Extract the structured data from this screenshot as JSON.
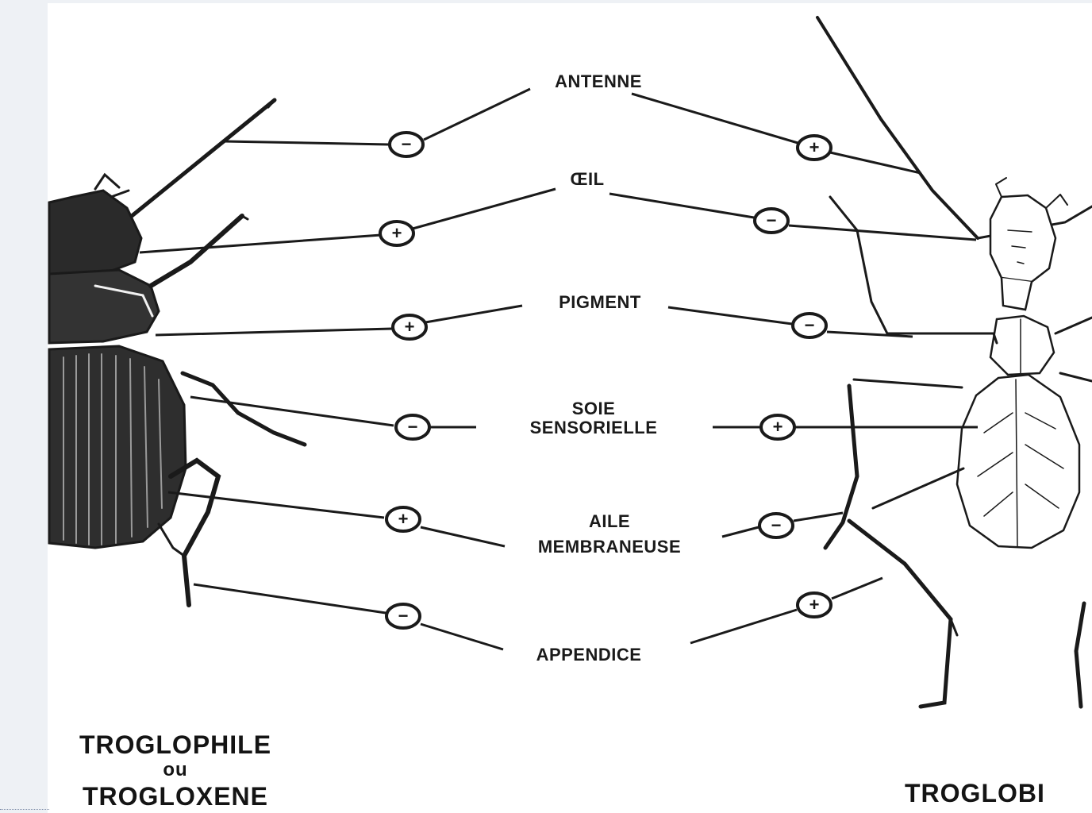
{
  "traits": [
    {
      "key": "antenne",
      "lines": [
        "ANTENNE"
      ],
      "left_sign": "−",
      "right_sign": "+"
    },
    {
      "key": "oeil",
      "lines": [
        "ŒIL"
      ],
      "left_sign": "+",
      "right_sign": "−"
    },
    {
      "key": "pigment",
      "lines": [
        "PIGMENT"
      ],
      "left_sign": "+",
      "right_sign": "−"
    },
    {
      "key": "soie",
      "lines": [
        "SOIE",
        "SENSORIELLE"
      ],
      "left_sign": "−",
      "right_sign": "+"
    },
    {
      "key": "aile",
      "lines": [
        "AILE",
        "MEMBRANEUSE"
      ],
      "left_sign": "+",
      "right_sign": "−"
    },
    {
      "key": "appendice",
      "lines": [
        "APPENDICE"
      ],
      "left_sign": "−",
      "right_sign": "+"
    }
  ],
  "left_caption": {
    "line1": "TROGLOPHILE",
    "line2": "ou",
    "line3": "TROGLOXENE"
  },
  "right_caption": {
    "line1": "TROGLOBI"
  },
  "colors": {
    "ink": "#1a1a1a",
    "page": "#ffffff",
    "backdrop": "#eef1f5"
  }
}
